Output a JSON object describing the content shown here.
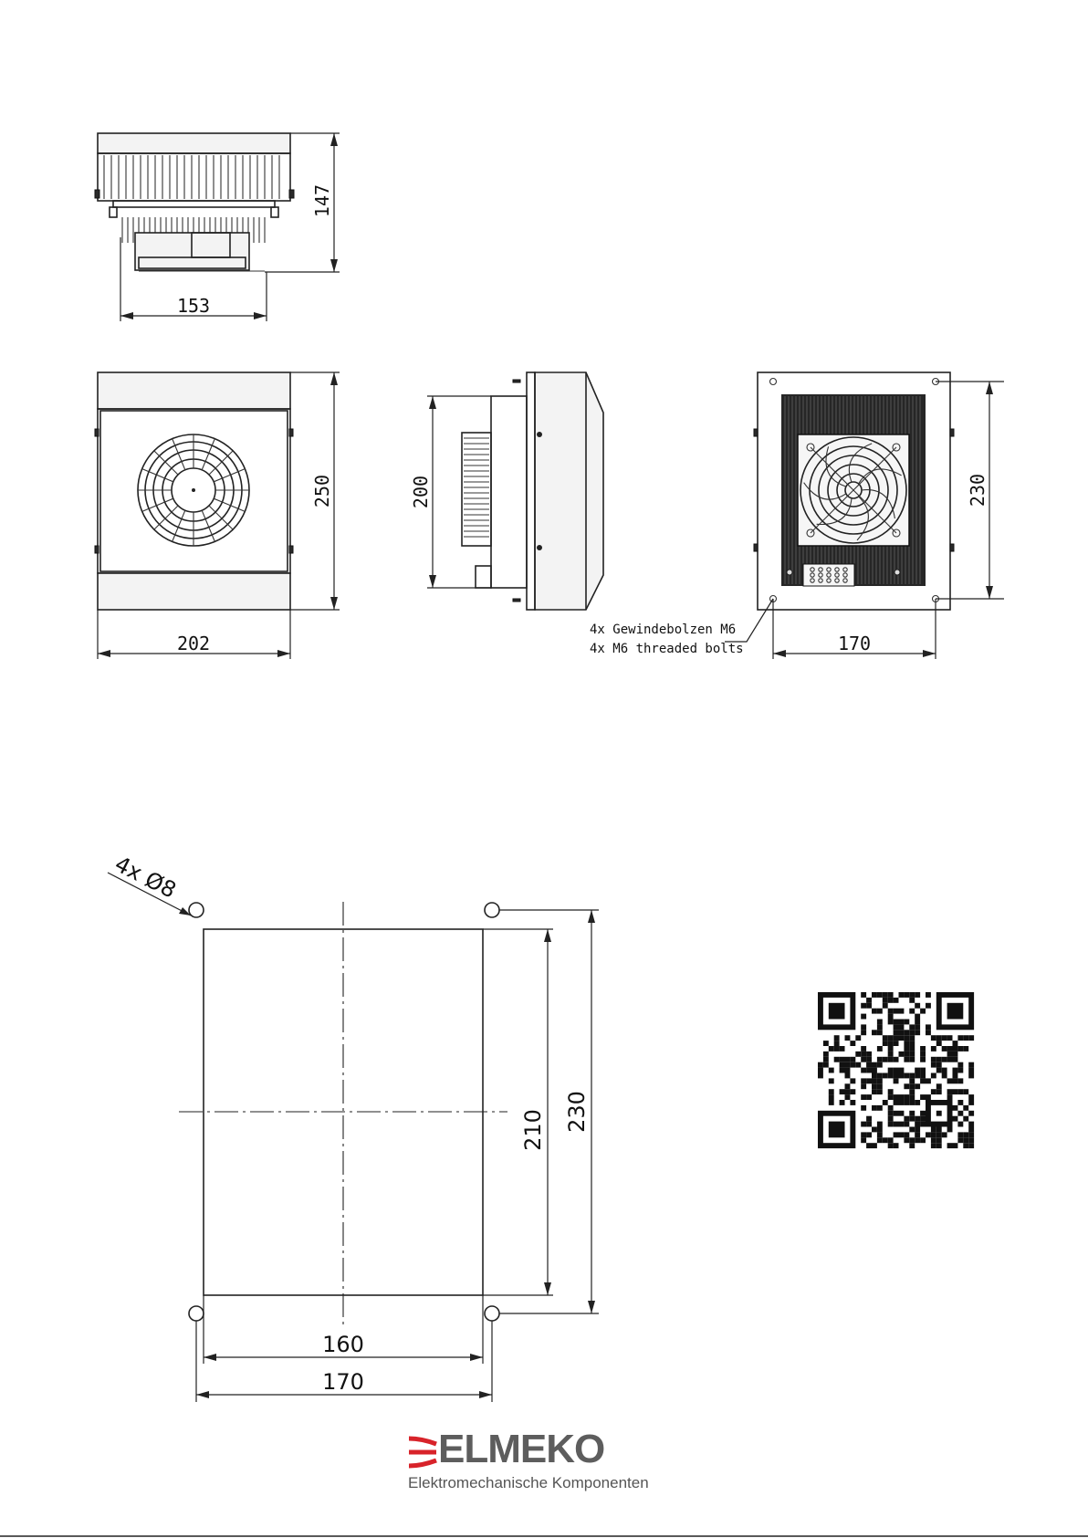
{
  "dimensions": {
    "top_height": "147",
    "top_width": "153",
    "front_height": "250",
    "front_width": "202",
    "side_height": "200",
    "rear_height": "230",
    "rear_width": "170",
    "cutout_inner_height": "210",
    "cutout_outer_height": "230",
    "cutout_inner_width": "160",
    "cutout_outer_width": "170",
    "hole_note": "4x Ø8"
  },
  "notes": {
    "bolts_de": "4x Gewindebolzen M6",
    "bolts_en": "4x M6 threaded bolts"
  },
  "brand": {
    "name": "ELMEKO",
    "tagline": "Elektromechanische Komponenten",
    "accent_color": "#d8232a",
    "text_color": "#5d5d5d"
  },
  "icons": {
    "qr": "qr-code",
    "logo": "elmeko-logo-mark"
  }
}
